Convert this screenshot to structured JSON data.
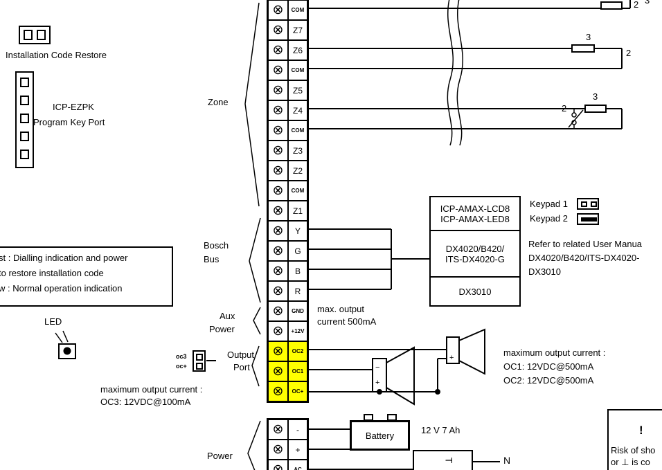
{
  "left": {
    "install_restore_label": "Installation Code Restore",
    "ezpk_line1": "ICP-EZPK",
    "ezpk_line2": "Program Key Port",
    "note_line1": "st : Dialling indication and power",
    "note_line2": "to restore installation code",
    "note_line3": "w : Normal operation indication",
    "led_label": "LED",
    "oc3_pin1": "oc3",
    "oc3_pin2": "oc+",
    "oc3_note1": "maximum output current :",
    "oc3_note2": "OC3: 12VDC@100mA"
  },
  "strip": {
    "screw_symbol": "⊗",
    "terminals": [
      {
        "label": "COM"
      },
      {
        "label": "Z7"
      },
      {
        "label": "Z6"
      },
      {
        "label": "COM"
      },
      {
        "label": "Z5"
      },
      {
        "label": "Z4"
      },
      {
        "label": "COM"
      },
      {
        "label": "Z3"
      },
      {
        "label": "Z2"
      },
      {
        "label": "COM"
      },
      {
        "label": "Z1"
      },
      {
        "label": "Y"
      },
      {
        "label": "G"
      },
      {
        "label": "B"
      },
      {
        "label": "R"
      },
      {
        "label": "GND"
      },
      {
        "label": "+12V"
      },
      {
        "label": "OC2"
      },
      {
        "label": "OC1"
      },
      {
        "label": "OC+"
      }
    ],
    "power_terminals": [
      {
        "label": "-"
      },
      {
        "label": "+"
      },
      {
        "label": "AC"
      }
    ]
  },
  "groups": {
    "zone": "Zone",
    "bus1": "Bosch",
    "bus2": "Bus",
    "aux1": "Aux",
    "aux2": "Power",
    "out1": "Output",
    "out2": "Port",
    "power": "Power"
  },
  "right": {
    "device_line1": "ICP-AMAX-LCD8",
    "device_line2": "ICP-AMAX-LED8",
    "device_line3": "DX4020/B420/",
    "device_line4": "ITS-DX4020-G",
    "device_line5": "DX3010",
    "keypad1": "Keypad 1",
    "keypad2": "Keypad 2",
    "refer1": "Refer to related User Manua",
    "refer2": "DX4020/B420/ITS-DX4020-",
    "refer3": "DX3010",
    "aux_note1": "max. output",
    "aux_note2": "current 500mA",
    "oc_note1": "maximum output current :",
    "oc_note2": "OC1: 12VDC@500mA",
    "oc_note3": "OC2: 12VDC@500mA",
    "battery": "Battery",
    "battery_rating": "12 V 7 Ah",
    "transformer": "T",
    "neutral": "N",
    "warn1": "Risk of sho",
    "warn2": "or ⊥ is co"
  },
  "wire_labels": {
    "w1_3": "3",
    "w1_2": "2",
    "w2_3": "3",
    "w2_2": "2",
    "w3_3": "3",
    "w3_2": "2"
  },
  "speakers": {
    "s1_plus": "+",
    "s2_minus": "−",
    "s2_plus": "+"
  },
  "colors": {
    "highlight": "#ffff00"
  }
}
